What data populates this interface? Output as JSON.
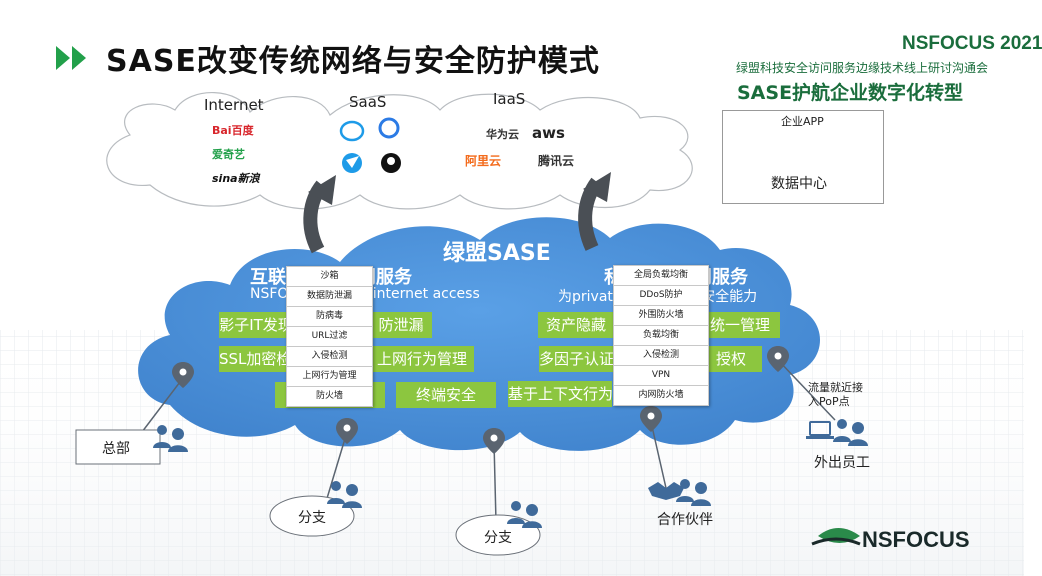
{
  "header": {
    "title": "SASE改变传统网络与安全防护模式",
    "brand": "NSFOCUS 2021",
    "subtitle_line1": "绿盟科技安全访问服务边缘技术线上研讨沟通会",
    "subtitle_line2": "SASE护航企业数字化转型"
  },
  "datacenter": {
    "app_label": "企业APP",
    "label": "数据中心"
  },
  "clouds": {
    "internet": {
      "label": "Internet",
      "logos": [
        "Bai百度",
        "爱奇艺",
        "sina新浪"
      ]
    },
    "saas": {
      "label": "SaaS",
      "logos": [
        "",
        "",
        "",
        ""
      ]
    },
    "iaas": {
      "label": "IaaS",
      "logos": [
        "华为云",
        "aws",
        "阿里云",
        "腾讯云"
      ]
    }
  },
  "sase": {
    "title": "绿盟SASE",
    "left": {
      "title": "互联网安全访问服务",
      "subtitle": "NSFOCUS secure internet access",
      "features": [
        "影子IT发现",
        "防泄漏",
        "SSL加密检测",
        "上网行为管理",
        "终端安全"
      ]
    },
    "right": {
      "title": "私有应用访问服务",
      "subtitle": "为private access提供安全能力",
      "features": [
        "资产隐藏",
        "统一管理",
        "多因子认证",
        "授权",
        "基于上下文行为"
      ]
    }
  },
  "popups": {
    "left": [
      "沙箱",
      "数据防泄漏",
      "防病毒",
      "URL过滤",
      "入侵检测",
      "上网行为管理",
      "防火墙"
    ],
    "right": [
      "全局负载均衡",
      "DDoS防护",
      "外围防火墙",
      "负载均衡",
      "入侵检测",
      "VPN",
      "内网防火墙"
    ]
  },
  "locations": {
    "hq": "总部",
    "branch1": "分支",
    "branch2": "分支",
    "partner": "合作伙伴",
    "remote": "外出员工",
    "remote_note_line1": "流量就近接",
    "remote_note_line2": "入PoP点"
  },
  "footer": {
    "logo_text": "NSFOCUS"
  },
  "colors": {
    "green_dark": "#1a6d3c",
    "green_arrow": "#22a04a",
    "green_box": "#8cc63f",
    "cloud_blue": "#4a8fd6",
    "pin_gray": "#5a6470"
  }
}
